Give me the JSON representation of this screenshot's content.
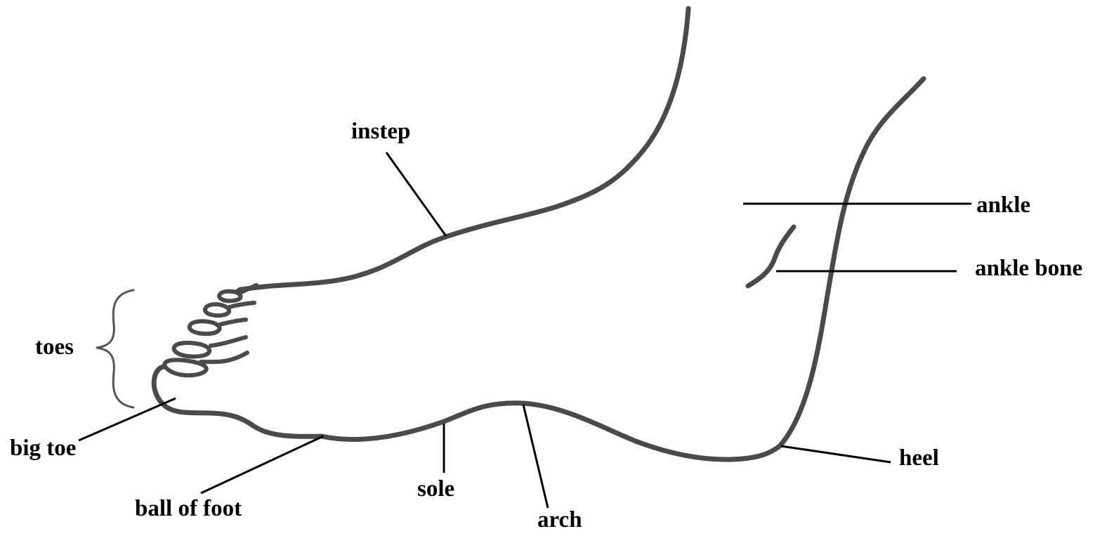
{
  "labels": {
    "instep": "instep",
    "ankle": "ankle",
    "ankle_bone": "ankle bone",
    "toes": "toes",
    "big_toe": "big toe",
    "ball_of_foot": "ball of foot",
    "sole": "sole",
    "arch": "arch",
    "heel": "heel"
  }
}
